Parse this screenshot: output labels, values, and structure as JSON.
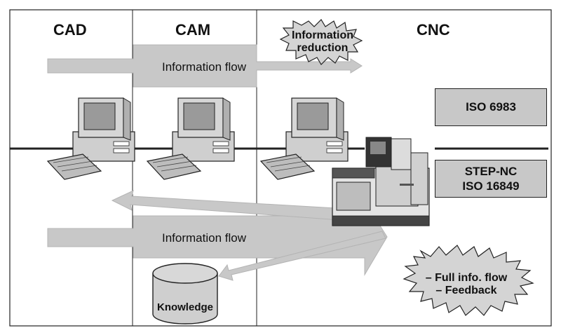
{
  "columns": {
    "cad": "CAD",
    "cam": "CAM",
    "cnc": "CNC"
  },
  "top_flow": {
    "label": "Information flow"
  },
  "bottom_flow": {
    "label": "Information flow"
  },
  "reduction_burst": {
    "line1": "Information",
    "line2": "reduction"
  },
  "full_flow_burst": {
    "line1": "– Full info. flow",
    "line2": "– Feedback"
  },
  "iso_box_top": {
    "line1": "ISO 6983"
  },
  "iso_box_bottom": {
    "line1": "STEP-NC",
    "line2": "ISO 16849"
  },
  "knowledge": {
    "label": "Knowledge"
  },
  "colors": {
    "arrow_fill": "#c8c8c8",
    "box_fill": "#c8c8c8",
    "line": "#222222"
  },
  "icons": [
    "computer-icon",
    "keyboard-icon",
    "cnc-machine-icon",
    "database-icon",
    "burst-shape"
  ]
}
